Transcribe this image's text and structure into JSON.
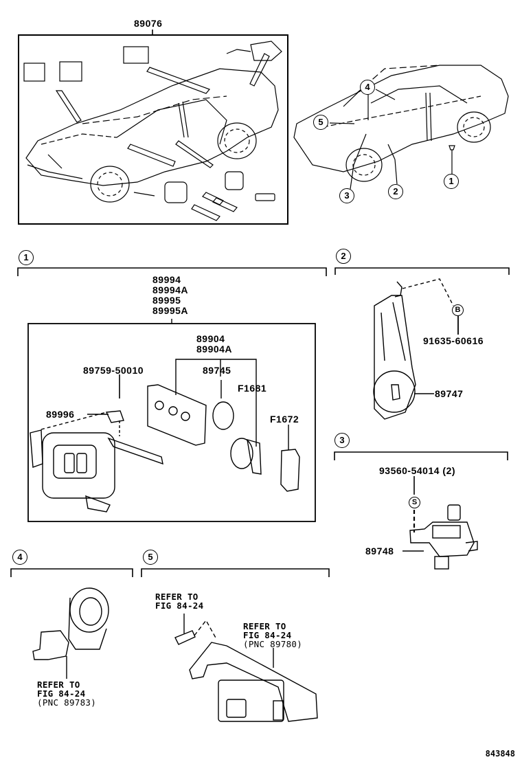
{
  "overview": {
    "assembly_part": "89076",
    "callouts": [
      "1",
      "2",
      "3",
      "4",
      "5"
    ]
  },
  "sections": {
    "s1": {
      "number": "1",
      "assembly_parts": [
        "89994",
        "89994A",
        "89995",
        "89995A"
      ],
      "sub_assembly": [
        "89904",
        "89904A"
      ],
      "parts": {
        "screw": "89759-50010",
        "holder": "89996",
        "battery": "89745",
        "bracket": "F1681",
        "key": "F1672"
      }
    },
    "s2": {
      "number": "2",
      "fastener_marker": "B",
      "fastener_part": "91635-60616",
      "part": "89747"
    },
    "s3": {
      "number": "3",
      "fastener_marker": "S",
      "fastener_part": "93560-54014 (2)",
      "part": "89748"
    },
    "s4": {
      "number": "4",
      "refer_line1": "REFER TO",
      "refer_line2": "FIG 84-24",
      "refer_line3": "(PNC 89783)"
    },
    "s5": {
      "number": "5",
      "bolt_refer_line1": "REFER TO",
      "bolt_refer_line2": "FIG 84-24",
      "unit_refer_line1": "REFER TO",
      "unit_refer_line2": "FIG 84-24",
      "unit_refer_line3": "(PNC 89780)"
    }
  },
  "footer": {
    "drawing_code": "843848"
  }
}
